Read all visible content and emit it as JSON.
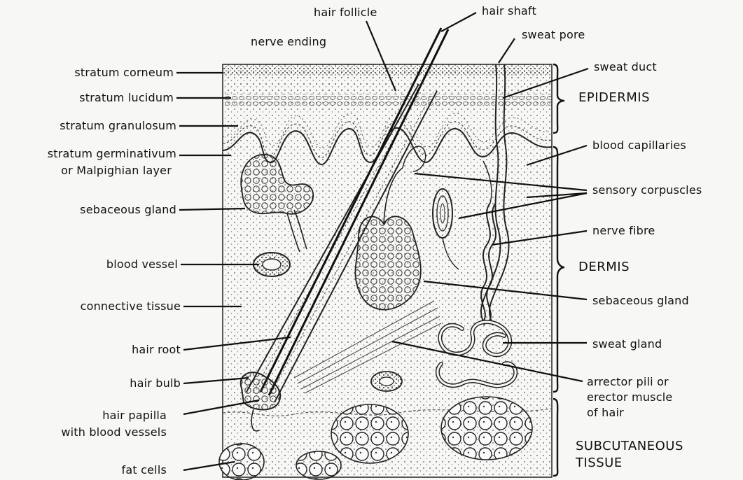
{
  "diagram": {
    "labels_left": {
      "stratum_corneum": "stratum corneum",
      "stratum_lucidum": "stratum lucidum",
      "stratum_granulosum": "stratum granulosum",
      "stratum_germinativum_1": "stratum germinativum",
      "stratum_germinativum_2": "or Malpighian layer",
      "sebaceous_gland": "sebaceous gland",
      "blood_vessel": "blood vessel",
      "connective_tissue": "connective tissue",
      "hair_root": "hair root",
      "hair_bulb": "hair bulb",
      "hair_papilla_1": "hair papilla",
      "hair_papilla_2": "with blood vessels",
      "fat_cells": "fat cells"
    },
    "labels_top": {
      "hair_follicle": "hair follicle",
      "hair_shaft": "hair shaft",
      "nerve_ending": "nerve ending",
      "sweat_pore": "sweat pore"
    },
    "labels_right": {
      "sweat_duct": "sweat duct",
      "blood_capillaries": "blood capillaries",
      "sensory_corpuscles": "sensory corpuscles",
      "nerve_fibre": "nerve fibre",
      "sebaceous_gland": "sebaceous gland",
      "sweat_gland": "sweat gland",
      "arrector_1": "arrector pili or",
      "arrector_2": "erector muscle",
      "arrector_3": "of hair"
    },
    "regions": {
      "epidermis": "EPIDERMIS",
      "dermis": "DERMIS",
      "subcutaneous_1": "SUBCUTANEOUS",
      "subcutaneous_2": "TISSUE"
    }
  }
}
